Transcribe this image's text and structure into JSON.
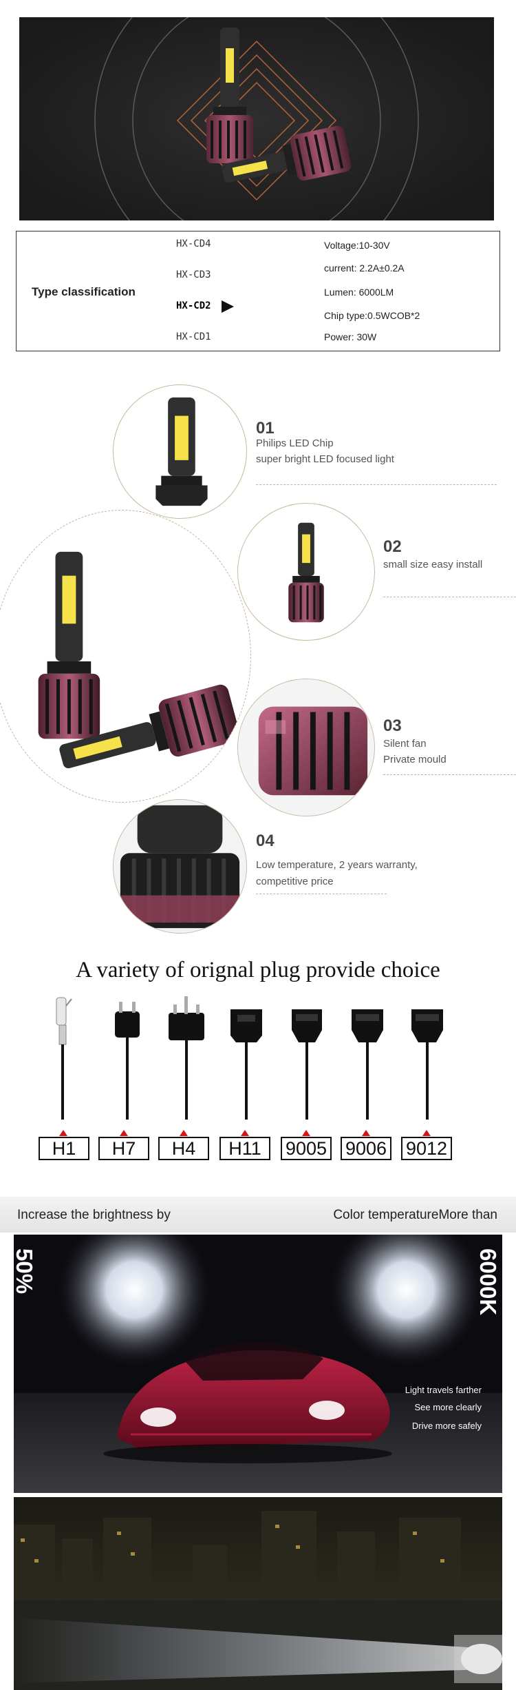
{
  "spec": {
    "type_label": "Type classification",
    "models": [
      "HX-CD4",
      "HX-CD3",
      "HX-CD2",
      "HX-CD1"
    ],
    "selected_model": "HX-CD2",
    "rows": [
      {
        "key": "Voltage",
        "sep": ":",
        "value": "10-30V"
      },
      {
        "key": "current",
        "sep": ": ",
        "value": "2.2A±0.2A"
      },
      {
        "key": "Lumen",
        "sep": ": ",
        "value": "6000LM"
      },
      {
        "key": "Chip type",
        "sep": ":",
        "value": "0.5WCOB*2"
      },
      {
        "key": "Power",
        "sep": ": ",
        "value": "30W"
      }
    ]
  },
  "features": [
    {
      "num": "01",
      "lines": [
        "Philips LED Chip",
        "super bright LED focused light"
      ]
    },
    {
      "num": "02",
      "lines": [
        "small size easy install"
      ]
    },
    {
      "num": "03",
      "lines": [
        "Silent fan",
        "Private mould"
      ]
    },
    {
      "num": "04",
      "lines": [
        "Low temperature, 2 years warranty,",
        "competitive price"
      ]
    }
  ],
  "plugs": {
    "title": "A variety of orignal plug provide choice",
    "labels": [
      "H1",
      "H7",
      "H4",
      "H11",
      "9005",
      "9006",
      "9012"
    ]
  },
  "brightness": {
    "left_label": "Increase the brightness by",
    "right_label": "Color temperatureMore than",
    "left_value": "50%",
    "right_value": "6000K",
    "perks": [
      "Light travels farther",
      "See more clearly",
      "Drive more safely"
    ]
  },
  "colors": {
    "accent_red": "#d11111",
    "bulb_body": "#2a2a2a",
    "fan_pink": "#9e4a66",
    "chip_yellow": "#f5e24a"
  }
}
